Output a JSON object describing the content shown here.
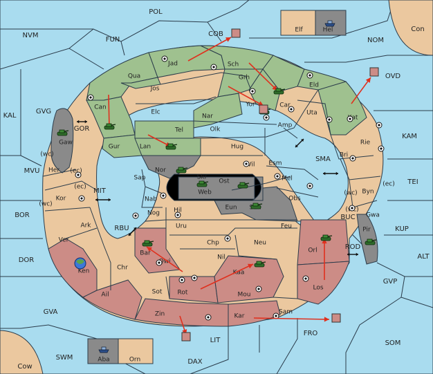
{
  "colors": {
    "sea": "#a9dcef",
    "neutral": "#ebc89f",
    "green_power": "#9fc18f",
    "red_power": "#cc8c86",
    "grey_power": "#8a8a8a",
    "black_island": "#000000",
    "move_arrow": "#e0301e"
  },
  "icons": {
    "army": "tank-icon",
    "fleet": "ship-icon",
    "supply_center": "supply-center-icon",
    "home": "globe-icon"
  },
  "sea_regions": [
    {
      "name": "POL"
    },
    {
      "name": "NVM"
    },
    {
      "name": "FUN"
    },
    {
      "name": "COB"
    },
    {
      "name": "NOM"
    },
    {
      "name": "OVD"
    },
    {
      "name": "KAL"
    },
    {
      "name": "GVG"
    },
    {
      "name": "GOR"
    },
    {
      "name": "KAM"
    },
    {
      "name": "SMA"
    },
    {
      "name": "TEI"
    },
    {
      "name": "MVU"
    },
    {
      "name": "MIT"
    },
    {
      "name": "BOR"
    },
    {
      "name": "RBU"
    },
    {
      "name": "BUC"
    },
    {
      "name": "KUP"
    },
    {
      "name": "ROD"
    },
    {
      "name": "DOR"
    },
    {
      "name": "ALT"
    },
    {
      "name": "GVP"
    },
    {
      "name": "GVA"
    },
    {
      "name": "FRO"
    },
    {
      "name": "SOM"
    },
    {
      "name": "LIT"
    },
    {
      "name": "SWM"
    },
    {
      "name": "DAX"
    },
    {
      "name": "Cow"
    },
    {
      "name": "Con"
    }
  ],
  "land_regions": [
    {
      "name": "Jad"
    },
    {
      "name": "Sch"
    },
    {
      "name": "Qua"
    },
    {
      "name": "Grh"
    },
    {
      "name": "Eld"
    },
    {
      "name": "Jos"
    },
    {
      "name": "Can"
    },
    {
      "name": "Car"
    },
    {
      "name": "Yor"
    },
    {
      "name": "Elc"
    },
    {
      "name": "Nar"
    },
    {
      "name": "Uta"
    },
    {
      "name": "Kat"
    },
    {
      "name": "Amp"
    },
    {
      "name": "Tel"
    },
    {
      "name": "Olk"
    },
    {
      "name": "Gur"
    },
    {
      "name": "Lan"
    },
    {
      "name": "Hug"
    },
    {
      "name": "Rie"
    },
    {
      "name": "Gaw"
    },
    {
      "name": "Bri"
    },
    {
      "name": "Vil"
    },
    {
      "name": "Nor"
    },
    {
      "name": "Esm"
    },
    {
      "name": "Skr"
    },
    {
      "name": "Her"
    },
    {
      "name": "Sap"
    },
    {
      "name": "Ost"
    },
    {
      "name": "Web"
    },
    {
      "name": "Mel"
    },
    {
      "name": "Byn"
    },
    {
      "name": "Kor"
    },
    {
      "name": "Nab"
    },
    {
      "name": "Eun"
    },
    {
      "name": "Obs"
    },
    {
      "name": "Sun"
    },
    {
      "name": "Gwa"
    },
    {
      "name": "Ark"
    },
    {
      "name": "Hil"
    },
    {
      "name": "Nog"
    },
    {
      "name": "Uru"
    },
    {
      "name": "Feu"
    },
    {
      "name": "Pir"
    },
    {
      "name": "Ver"
    },
    {
      "name": "Chp"
    },
    {
      "name": "Orl"
    },
    {
      "name": "Bar"
    },
    {
      "name": "Qwi"
    },
    {
      "name": "Neu"
    },
    {
      "name": "Nil"
    },
    {
      "name": "Ken"
    },
    {
      "name": "Chr"
    },
    {
      "name": "Kaa"
    },
    {
      "name": "Ail"
    },
    {
      "name": "Sot"
    },
    {
      "name": "Rot"
    },
    {
      "name": "Mou"
    },
    {
      "name": "Los"
    },
    {
      "name": "Zin"
    },
    {
      "name": "Kar"
    },
    {
      "name": "Sam"
    },
    {
      "name": "Elf"
    },
    {
      "name": "Hel"
    },
    {
      "name": "Aba"
    },
    {
      "name": "Orn"
    }
  ],
  "coast_tags": [
    {
      "text": "(wc)"
    },
    {
      "text": "(ec)"
    },
    {
      "text": "(ec)"
    },
    {
      "text": "(wc)"
    },
    {
      "text": "(wc)"
    },
    {
      "text": "(ec)"
    },
    {
      "text": "(wc)"
    }
  ]
}
